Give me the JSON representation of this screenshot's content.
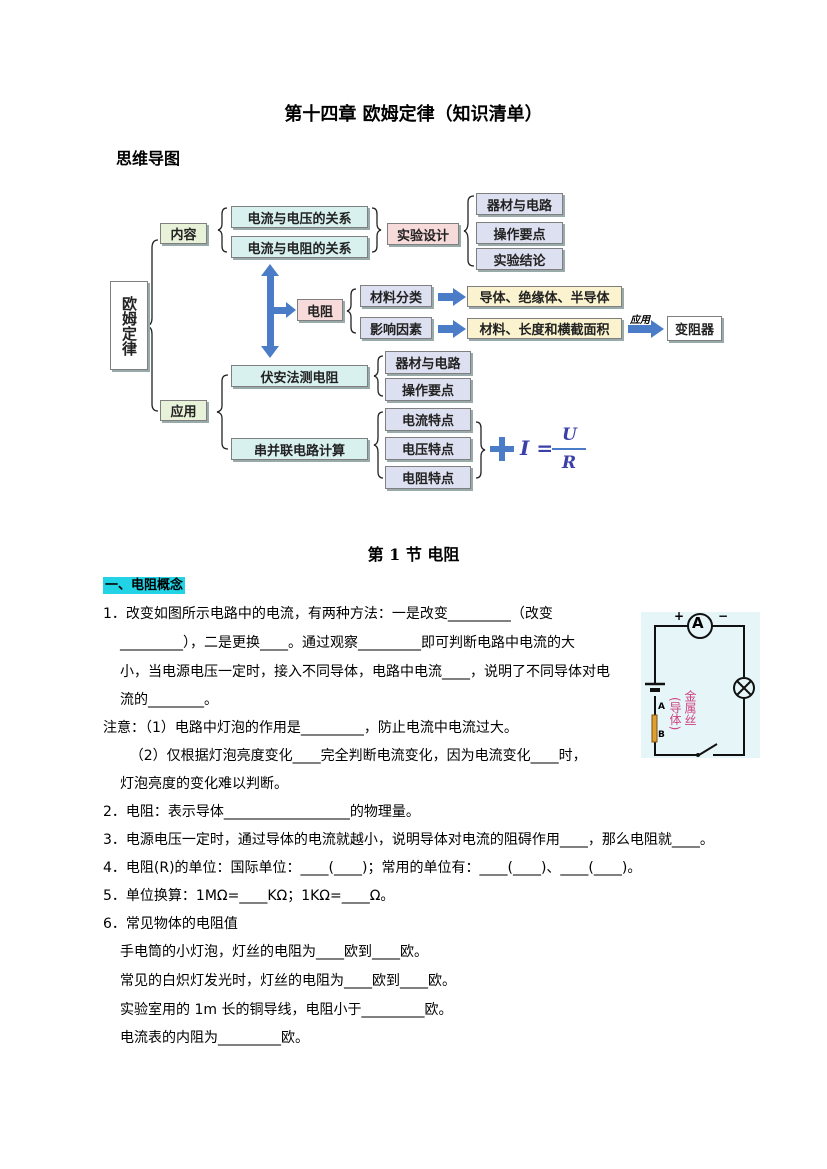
{
  "title": "第十四章 欧姆定律（知识清单）",
  "mindmap_heading": "思维导图",
  "mindmap": {
    "root": "欧姆定律",
    "content": "内容",
    "application": "应用",
    "rel_voltage": "电流与电压的关系",
    "rel_resistance": "电流与电阻的关系",
    "experiment_design": "实验设计",
    "exp_items": [
      "器材与电路",
      "操作要点",
      "实验结论"
    ],
    "resistance": "电阻",
    "material_class": "材料分类",
    "factors": "影响因素",
    "material_result": "导体、绝缘体、半导体",
    "factor_result": "材料、长度和横截面积",
    "apply_label": "应用",
    "rheostat": "变阻器",
    "voltammetry": "伏安法测电阻",
    "volt_items": [
      "器材与电路",
      "操作要点"
    ],
    "series_parallel": "串并联电路计算",
    "sp_items": [
      "电流特点",
      "电压特点",
      "电阻特点"
    ],
    "formula_plus": "+",
    "formula_lhs": "I =",
    "formula_num": "U",
    "formula_den": "R"
  },
  "section_title": "第 1 节  电阻",
  "subsection": "一、电阻概念",
  "lines": [
    "1．改变如图所示电路中的电流，有两种方法：一是改变_________（改变",
    "_________），二是更换____。通过观察_________即可判断电路中电流的大",
    "小，当电源电压一定时，接入不同导体，电路中电流____，说明了不同导体对电",
    "流的________。",
    "注意：（1）电路中灯泡的作用是_________，防止电流中电流过大。",
    "      （2）仅根据灯泡亮度变化____完全判断电流变化，因为电流变化____时，",
    "灯泡亮度的变化难以判断。",
    "2．电阻：表示导体__________________的物理量。",
    "3．电源电压一定时，通过导体的电流就越小，说明导体对电流的阻碍作用____，那么电阻就____。",
    "4．电阻(R)的单位：国际单位：____(____)；常用的单位有：____(____)、____(____)。",
    "5．单位换算：1MΩ=____KΩ；1KΩ=____Ω。",
    "6．常见物体的电阻值",
    "手电筒的小灯泡，灯丝的电阻为____欧到____欧。",
    "常见的白炽灯发光时，灯丝的电阻为____欧到____欧。",
    "实验室用的 1m 长的铜导线，电阻小于_________欧。",
    "电流表的内阻为_________欧。"
  ],
  "circuit": {
    "ammeter": "A",
    "plus": "+",
    "minus": "−",
    "point_a": "A",
    "point_b": "B",
    "label_conductor": "(导体)",
    "label_metal": "金属丝"
  }
}
